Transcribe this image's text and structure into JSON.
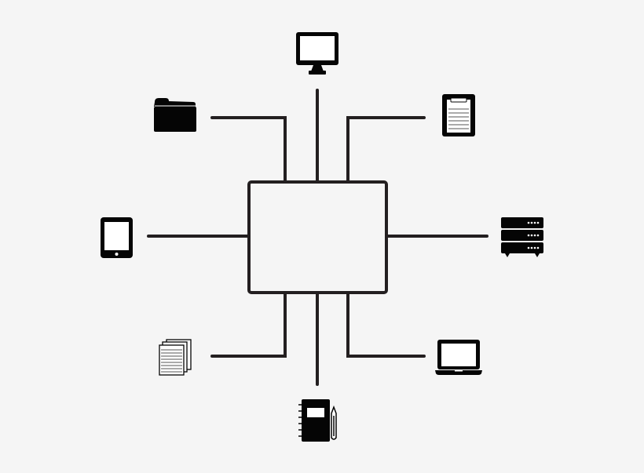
{
  "diagram": {
    "type": "hub-and-spoke",
    "colors": {
      "background": "#f5f5f5",
      "line": "#231f20",
      "icon": "#050505",
      "icon_fill": "#ffffff"
    },
    "hub": {
      "shape": "rectangle"
    },
    "nodes": [
      {
        "icon": "desktop-monitor-icon",
        "position": "top"
      },
      {
        "icon": "folder-icon",
        "position": "top-left"
      },
      {
        "icon": "clipboard-icon",
        "position": "top-right"
      },
      {
        "icon": "tablet-icon",
        "position": "left"
      },
      {
        "icon": "server-icon",
        "position": "right"
      },
      {
        "icon": "documents-icon",
        "position": "bottom-left"
      },
      {
        "icon": "laptop-icon",
        "position": "bottom-right"
      },
      {
        "icon": "notebook-pen-icon",
        "position": "bottom"
      }
    ]
  }
}
